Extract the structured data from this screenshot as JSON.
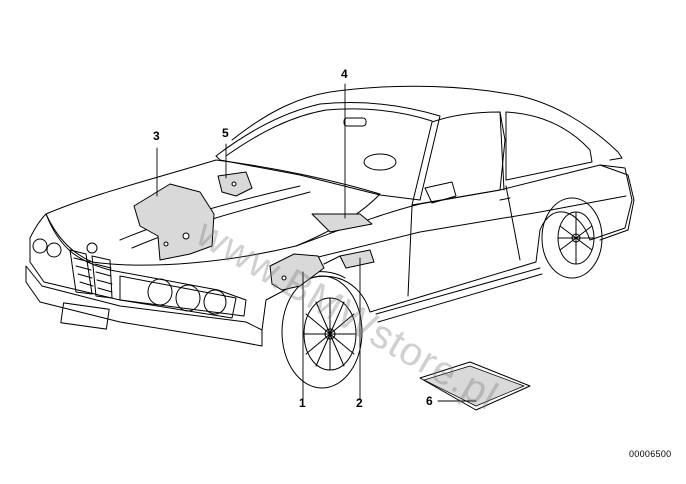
{
  "callouts": {
    "c1": "1",
    "c2": "2",
    "c3": "3",
    "c4": "4",
    "c5": "5",
    "c6": "6"
  },
  "document_number": "00006500",
  "watermark_text": "www.BMWstore.pl",
  "colors": {
    "line": "#000000",
    "part_fill": "#d9d9d9",
    "watermark": "#999999"
  }
}
